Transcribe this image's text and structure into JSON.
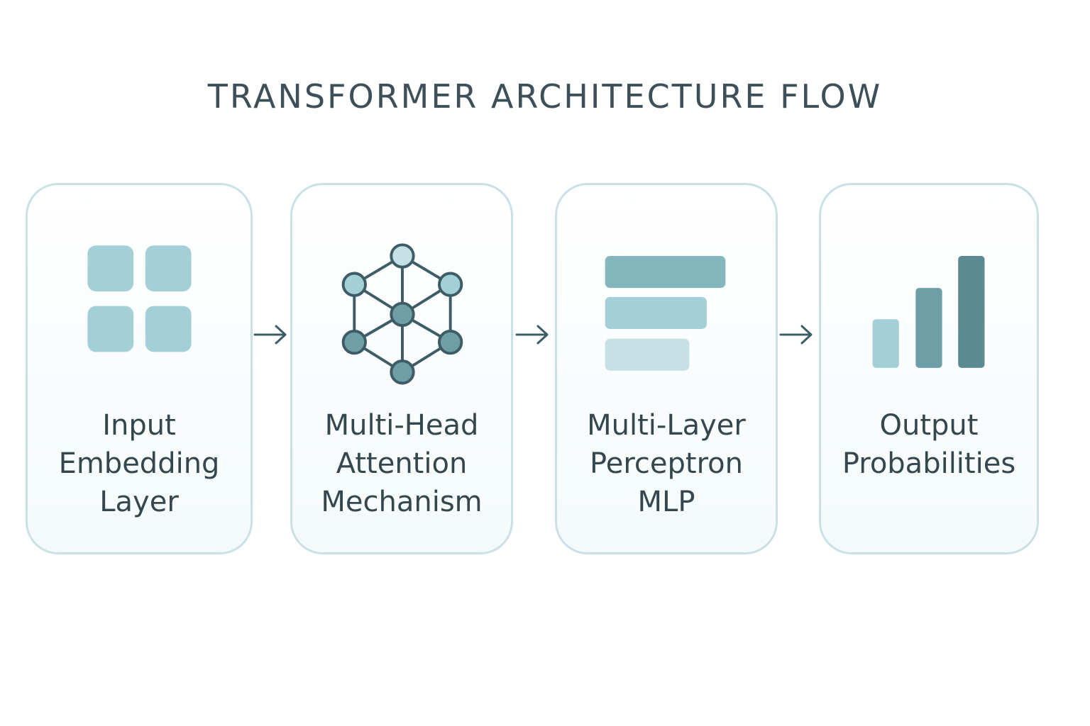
{
  "title": "TRANSFORMER ARCHITECTURE FLOW",
  "colors": {
    "text": "#34474f",
    "card_border": "#c9e1e6",
    "icon_light": "#c6e1e6",
    "icon_mid": "#a3d0d6",
    "icon_dark": "#6e9fa7",
    "icon_deep": "#5c8a93",
    "icon_stroke": "#3d5c66"
  },
  "steps": [
    {
      "icon": "grid-icon",
      "lines": [
        "Input",
        "Embedding",
        "Layer"
      ]
    },
    {
      "icon": "network-icon",
      "lines": [
        "Multi-Head",
        "Attention",
        "Mechanism"
      ]
    },
    {
      "icon": "stacked-bars-icon",
      "lines": [
        "Multi-Layer",
        "Perceptron",
        "MLP"
      ]
    },
    {
      "icon": "bar-chart-icon",
      "lines": [
        "Output",
        "Probabilities"
      ]
    }
  ],
  "connector_icon": "arrow-right-icon"
}
